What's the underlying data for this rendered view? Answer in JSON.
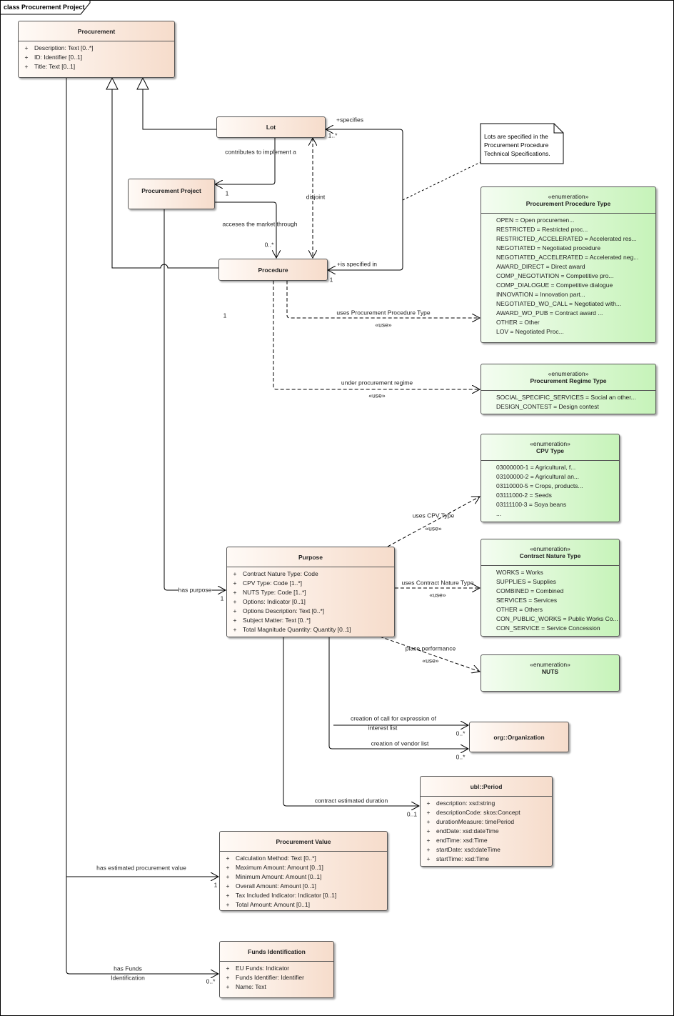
{
  "frame_title": "class Procurement Project",
  "classes": {
    "procurement": {
      "name": "Procurement",
      "attrs": [
        "Description: Text [0..*]",
        "ID: Identifier [0..1]",
        "Title: Text [0..1]"
      ]
    },
    "lot": {
      "name": "Lot"
    },
    "procurement_project": {
      "name": "Procurement Project"
    },
    "procedure": {
      "name": "Procedure"
    },
    "purpose": {
      "name": "Purpose",
      "attrs": [
        "Contract Nature Type: Code",
        "CPV Type: Code [1..*]",
        "NUTS Type: Code [1..*]",
        "Options: Indicator [0..1]",
        "Options Description: Text [0..*]",
        "Subject Matter: Text [0..*]",
        "Total Magnitude Quantity: Quantity [0..1]"
      ]
    },
    "organization": {
      "name": "org::Organization"
    },
    "period": {
      "name": "ubl::Period",
      "attrs": [
        "description: xsd:string",
        "descriptionCode: skos:Concept",
        "durationMeasure: timePeriod",
        "endDate: xsd:dateTime",
        "endTime: xsd:Time",
        "startDate: xsd:dateTime",
        "startTime: xsd:Time"
      ]
    },
    "procurement_value": {
      "name": "Procurement Value",
      "attrs": [
        "Calculation Method: Text [0..*]",
        "Maximum Amount: Amount [0..1]",
        "Minimum Amount: Amount [0..1]",
        "Overall Amount: Amount [0..1]",
        "Tax Included Indicator: Indicator [0..1]",
        "Total Amount: Amount [0..1]"
      ]
    },
    "funds_identification": {
      "name": "Funds Identification",
      "attrs": [
        "EU Funds: Indicator",
        "Funds Identifier: Identifier",
        "Name: Text"
      ]
    }
  },
  "stereotype": "«enumeration»",
  "visibility": "+",
  "enums": {
    "procedure_type": {
      "name": "Procurement Procedure Type",
      "literals": [
        "OPEN = Open procuremen...",
        "RESTRICTED = Restricted proc...",
        "RESTRICTED_ACCELERATED = Accelerated res...",
        "NEGOTIATED = Negotiated procedure",
        "NEGOTIATED_ACCELERATED = Accelerated neg...",
        "AWARD_DIRECT = Direct award",
        "COMP_NEGOTIATION = Competitive pro...",
        "COMP_DIALOGUE = Competitive dialogue",
        "INNOVATION = Innovation part...",
        "NEGOTIATED_WO_CALL = Negotiated with...",
        "AWARD_WO_PUB = Contract award ...",
        "OTHER = Other",
        "LOV = Negotiated Proc..."
      ]
    },
    "regime_type": {
      "name": "Procurement Regime Type",
      "literals": [
        "SOCIAL_SPECIFIC_SERVICES = Social an other...",
        "DESIGN_CONTEST = Design contest"
      ]
    },
    "cpv_type": {
      "name": "CPV Type",
      "literals": [
        "03000000-1 = Agricultural, f...",
        "03100000-2 = Agricultural an...",
        "03110000-5 = Crops, products...",
        "03111000-2 = Seeds",
        "03111100-3 = Soya beans",
        "..."
      ]
    },
    "contract_nature_type": {
      "name": "Contract Nature Type",
      "literals": [
        "WORKS = Works",
        "SUPPLIES = Supplies",
        "COMBINED = Combined",
        "SERVICES = Services",
        "OTHER = Others",
        "CON_PUBLIC_WORKS = Public Works Co...",
        "CON_SERVICE = Service Concession"
      ]
    },
    "nuts": {
      "name": "NUTS"
    }
  },
  "note": {
    "lines": [
      "Lots are specified in the",
      "Procurement Procedure",
      "Technical Specifications."
    ]
  },
  "labels": {
    "contributes": "contributes to implement a",
    "one_a": "1",
    "acceses": "acceses the market through",
    "zero_many_a": "0..*",
    "disjoint": "disjoint",
    "specifies": "+specifies",
    "one_many": "1..*",
    "is_specified_in": "+is specified in",
    "one_b": "1",
    "one_c": "1",
    "uses_ppt": "uses Procurement Procedure Type",
    "use": "«use»",
    "under_regime": "under procurement regime",
    "uses_cpv": "uses CPV Type",
    "has_purpose": "has purpose",
    "one_d": "1",
    "uses_cnt": "uses Contract Nature Type",
    "place_perf": "place performance",
    "creation_call_1": "creation of call for expression of",
    "creation_call_2": "interest list",
    "zero_many_b": "0..*",
    "creation_vendor": "creation of vendor list",
    "zero_many_c": "0..*",
    "contract_duration": "contract estimated duration",
    "zero_one": "0..1",
    "has_value": "has estimated procurement value",
    "one_e": "1",
    "has_funds_1": "has Funds",
    "has_funds_2": "Identification",
    "zero_many_d": "0..*"
  }
}
